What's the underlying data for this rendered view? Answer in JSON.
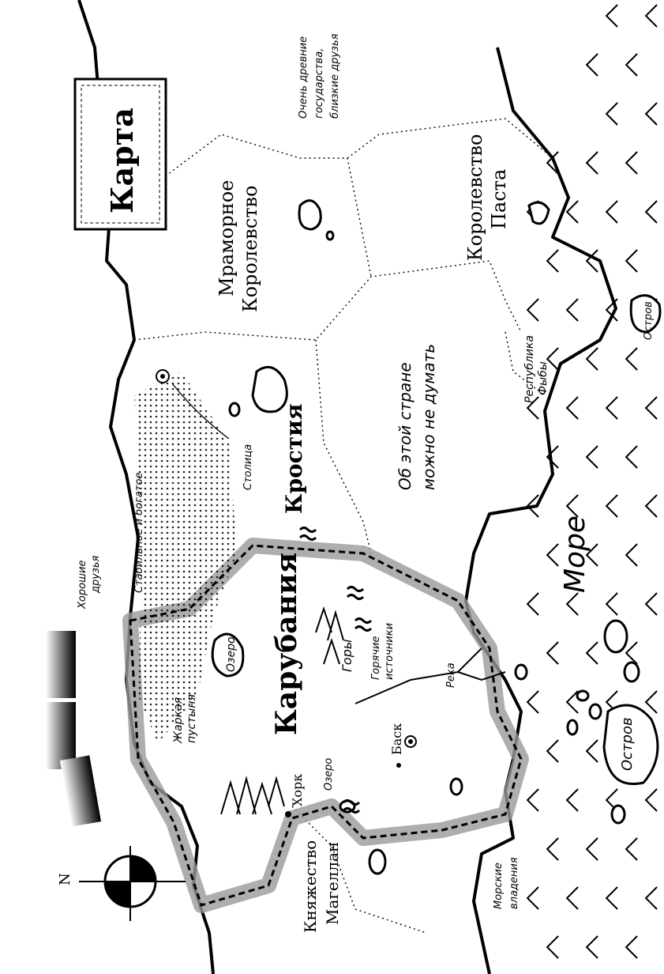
{
  "title": "Карта",
  "regions": {
    "marble": "Мраморное Королевство",
    "pasta": "Королевство Паста",
    "krostia": "Кростия",
    "unknown_country": "Об этой стране можно не думать",
    "fyby": "Республика Фыбы",
    "karubania": "Карубания",
    "magellan": "Княжество Магеллан",
    "sea": "Море"
  },
  "notes": {
    "ancient": "Очень древние государства, близкие друзья",
    "stable": "Стабильное и богатое",
    "good_friends": "Хорошие друзья",
    "capital": "Столица",
    "sea_holdings": "Морские владения"
  },
  "places": {
    "lake1": "Озеро",
    "lake2": "Озеро",
    "desert": "Жаркая пустыня",
    "mountains": "Горы",
    "hot_springs": "Горячие источники",
    "river": "Река",
    "bask": "Баск",
    "hork": "Хорк",
    "island1": "Остров",
    "island2": "Остров"
  },
  "compass": {
    "north_letter": "N"
  },
  "colors": {
    "ink": "#000000",
    "border_shade": "#9a9a9a",
    "paper": "#ffffff"
  }
}
